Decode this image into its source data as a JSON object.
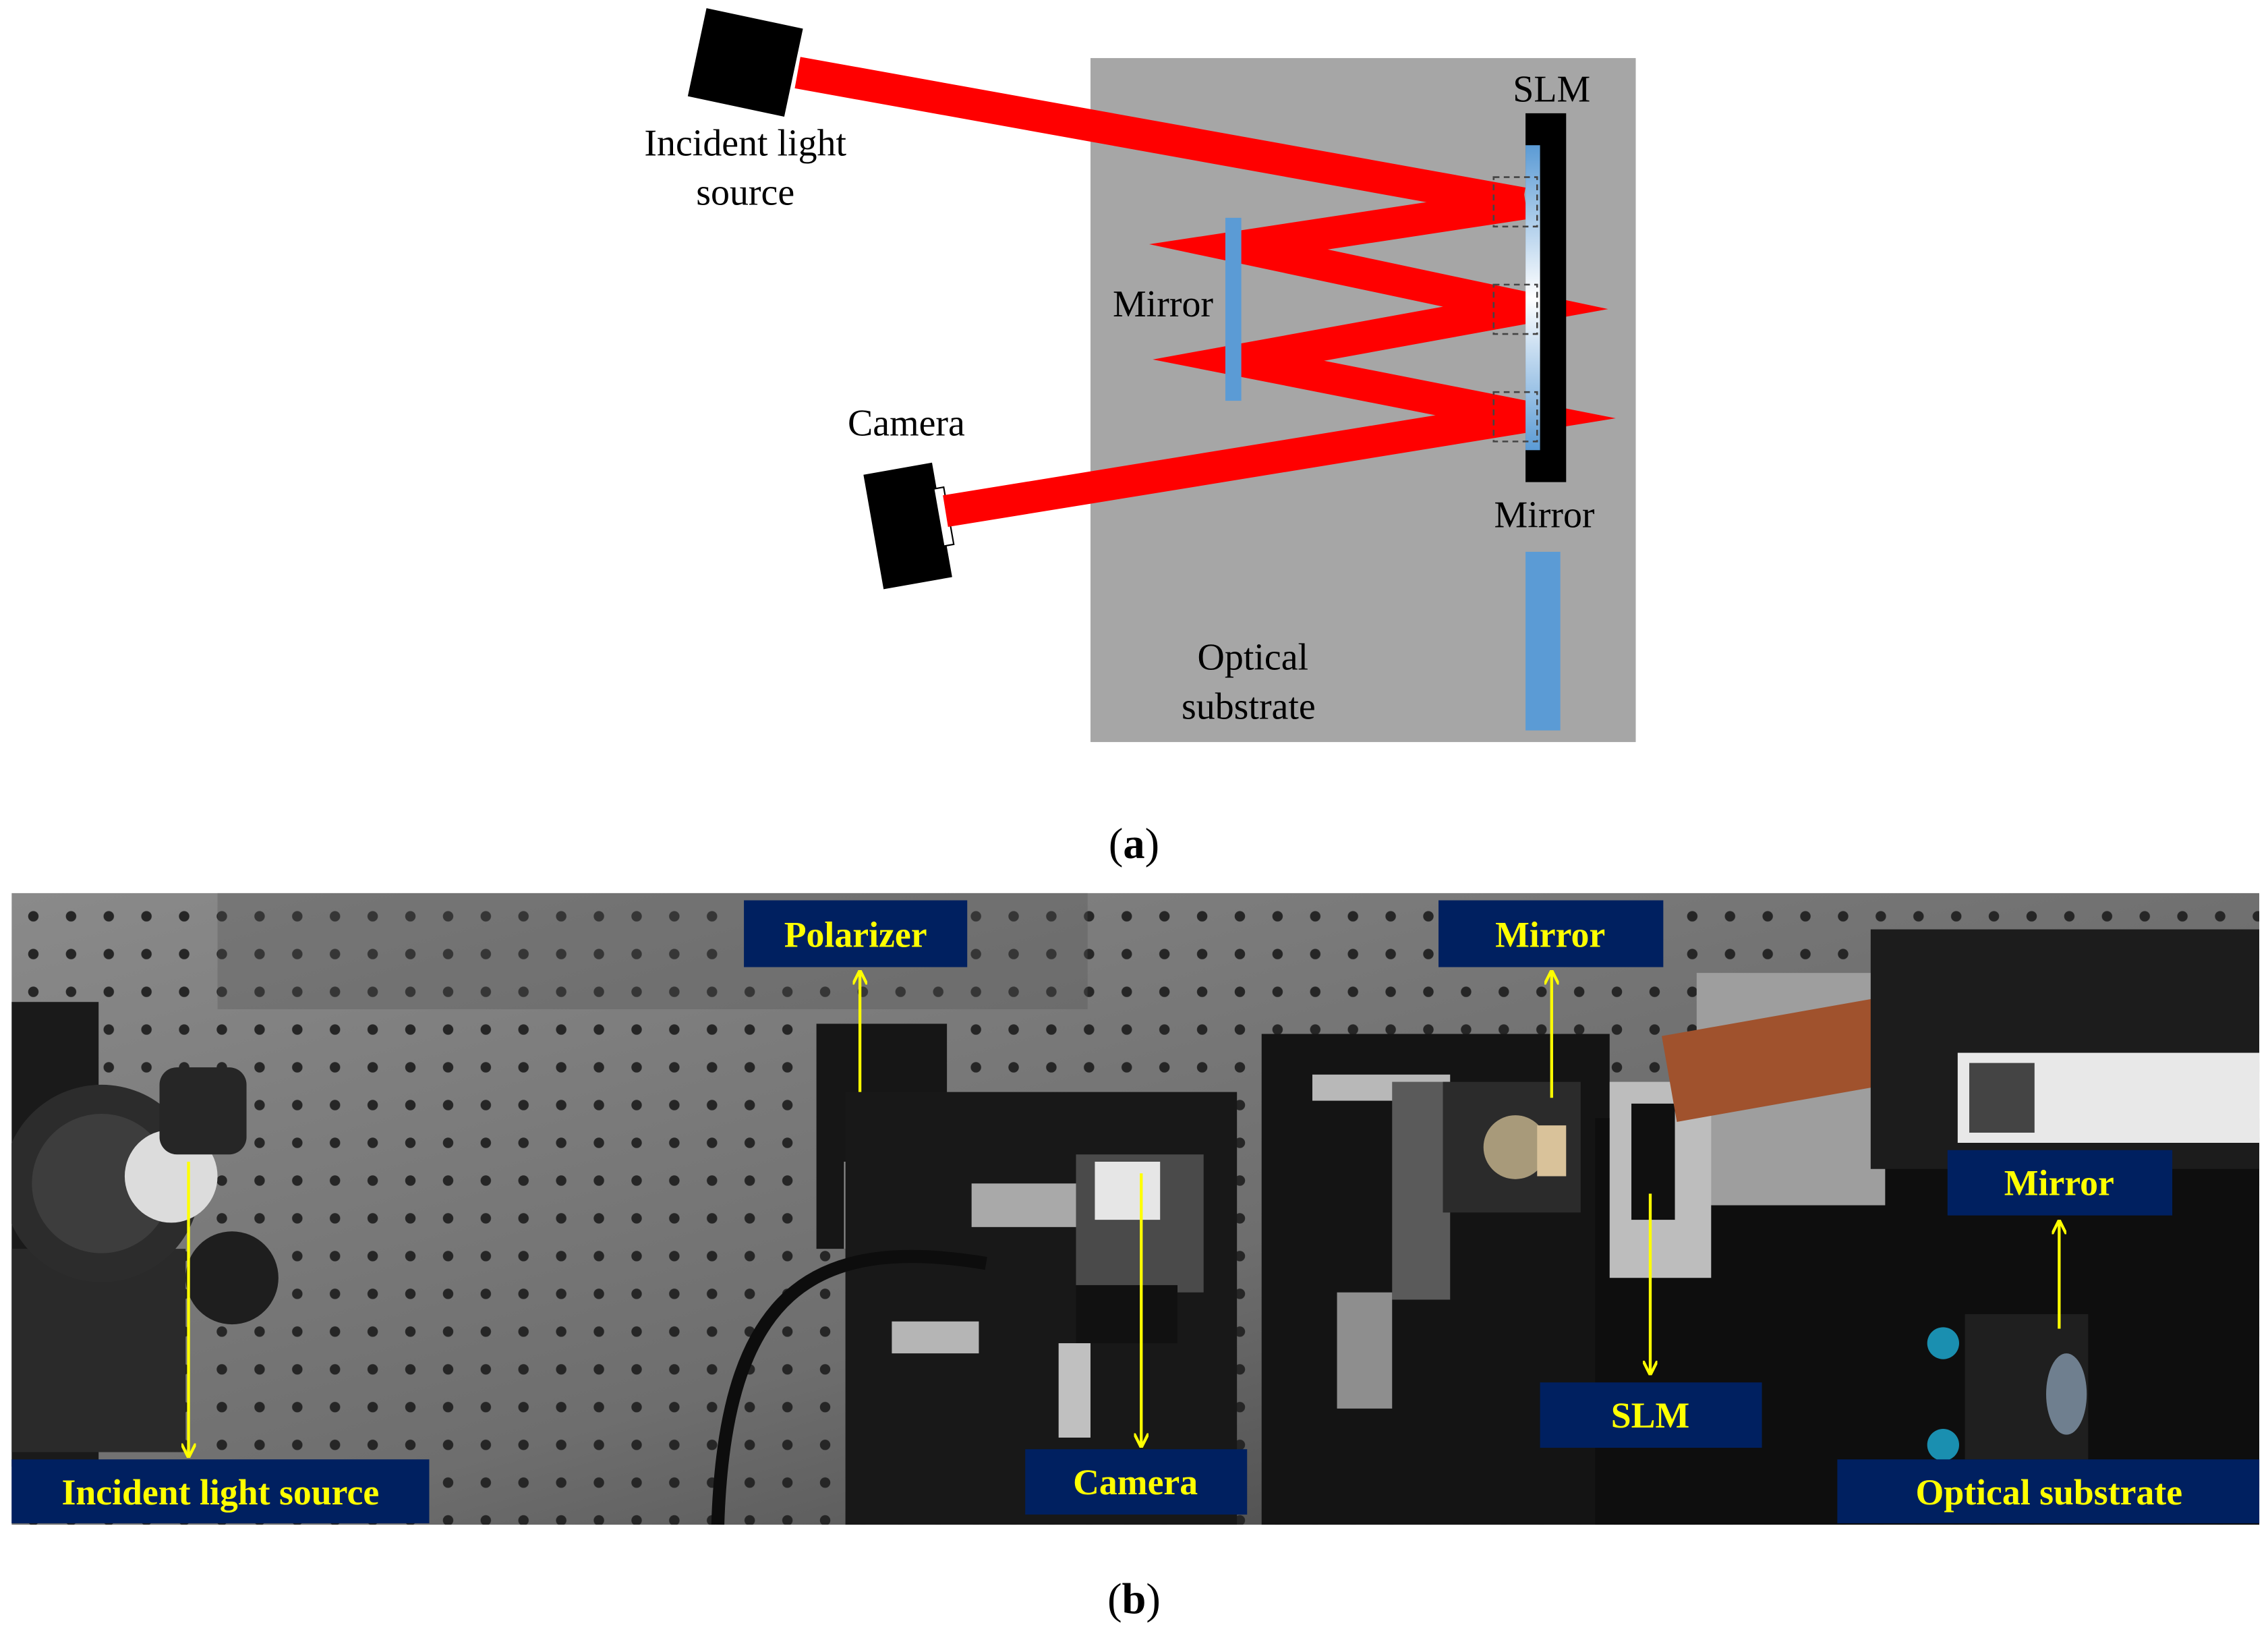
{
  "colors": {
    "beam": "#ff0000",
    "mirror": "#5b9bd5",
    "substrate": "#a6a6a6",
    "device": "#000000",
    "tag_background": "#002060",
    "tag_text": "#ffff00",
    "arrow": "#ffff00"
  },
  "panel_a": {
    "labels": {
      "incident_light_source": [
        "Incident light",
        "source"
      ],
      "slm": "SLM",
      "mirror_left": "Mirror",
      "mirror_right": "Mirror",
      "camera": "Camera",
      "optical_substrate": [
        "Optical",
        "substrate"
      ]
    },
    "caption": {
      "open": "(",
      "letter": "a",
      "close": ")"
    }
  },
  "panel_b": {
    "tags": {
      "polarizer": "Polarizer",
      "mirror_top": "Mirror",
      "mirror_right": "Mirror",
      "slm": "SLM",
      "camera": "Camera",
      "incident_light_source": "Incident light source",
      "optical_substrate": "Optical substrate"
    },
    "caption": {
      "open": "(",
      "letter": "b",
      "close": ")"
    }
  }
}
